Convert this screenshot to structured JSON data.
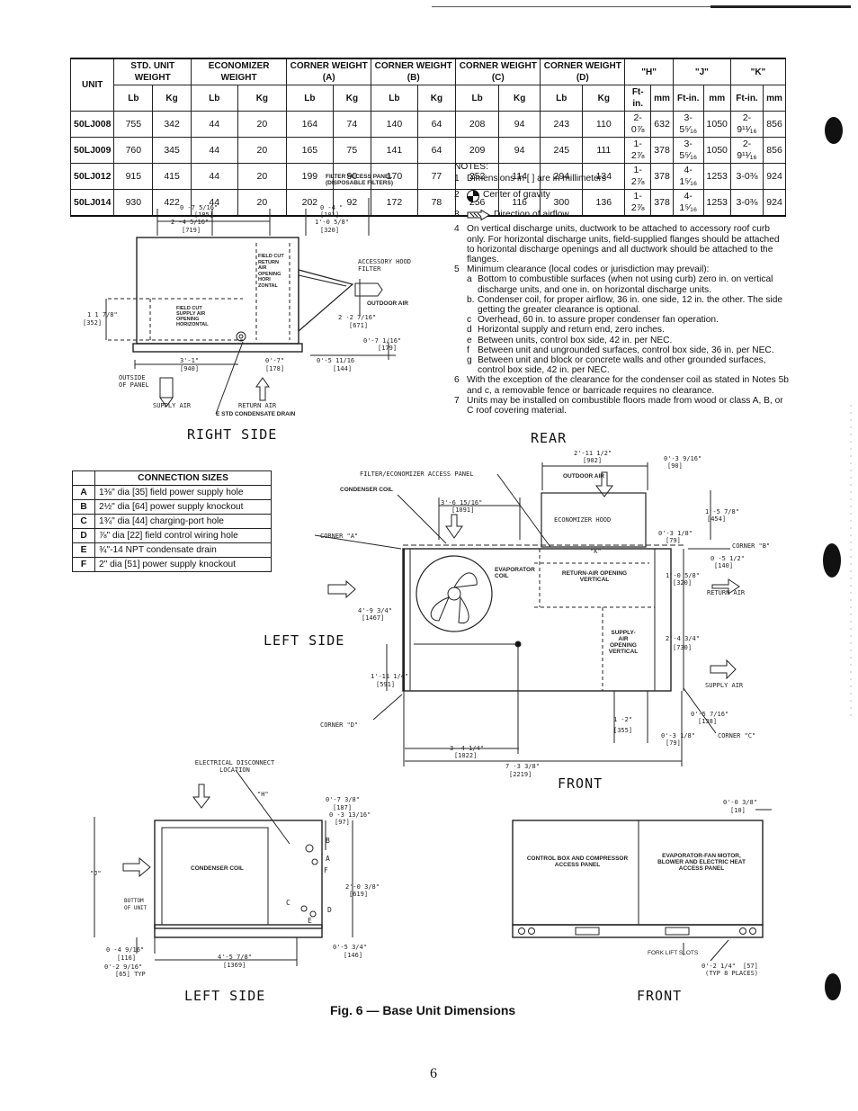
{
  "weights_table": {
    "headers": {
      "unit": "UNIT",
      "std_unit_weight": "STD. UNIT WEIGHT",
      "economizer_weight": "ECONOMIZER WEIGHT",
      "corner_a": "CORNER WEIGHT (A)",
      "corner_b": "CORNER WEIGHT (B)",
      "corner_c": "CORNER WEIGHT (C)",
      "corner_d": "CORNER WEIGHT (D)",
      "h": "\"H\"",
      "j": "\"J\"",
      "k": "\"K\""
    },
    "sub_headers": [
      "Lb",
      "Kg",
      "Lb",
      "Kg",
      "Lb",
      "Kg",
      "Lb",
      "Kg",
      "Lb",
      "Kg",
      "Lb",
      "Kg",
      "Ft-in.",
      "mm",
      "Ft-in.",
      "mm",
      "Ft-in.",
      "mm"
    ],
    "rows": [
      [
        "50LJ008",
        "755",
        "342",
        "44",
        "20",
        "164",
        "74",
        "140",
        "64",
        "208",
        "94",
        "243",
        "110",
        "2-0⅞",
        "632",
        "3-5⁵⁄₁₆",
        "1050",
        "2-9¹¹⁄₁₆",
        "856"
      ],
      [
        "50LJ009",
        "760",
        "345",
        "44",
        "20",
        "165",
        "75",
        "141",
        "64",
        "209",
        "94",
        "245",
        "111",
        "1-2⅞",
        "378",
        "3-5⁵⁄₁₆",
        "1050",
        "2-9¹¹⁄₁₆",
        "856"
      ],
      [
        "50LJ012",
        "915",
        "415",
        "44",
        "20",
        "199",
        "90",
        "170",
        "77",
        "252",
        "114",
        "294",
        "134",
        "1-2⅞",
        "378",
        "4-1⁵⁄₁₆",
        "1253",
        "3-0⅜",
        "924"
      ],
      [
        "50LJ014",
        "930",
        "422",
        "44",
        "20",
        "202",
        "92",
        "172",
        "78",
        "256",
        "116",
        "300",
        "136",
        "1-2⅞",
        "378",
        "4-1⁵⁄₁₆",
        "1253",
        "3-0⅜",
        "924"
      ]
    ]
  },
  "notes": {
    "title": "NOTES:",
    "n1": "Dimensions in [ ] are in millimeters",
    "n2": "Center of gravity",
    "n3": "Direction of airflow",
    "n4": "On vertical discharge units, ductwork to be attached to accessory roof curb only. For horizontal discharge units, field-supplied flanges should be attached to horizontal discharge openings and all ductwork should be attached to the flanges.",
    "n5": "Minimum clearance (local codes or jurisdiction may prevail):",
    "n5a": "Bottom to combustible surfaces (when not using curb) zero in. on vertical discharge units, and one in. on horizontal discharge units.",
    "n5b": "Condenser coil, for proper airflow, 36 in. one side, 12 in. the other. The side getting the greater clearance is optional.",
    "n5c": "Overhead, 60 in. to assure proper condenser fan operation.",
    "n5d": "Horizontal supply and return end, zero inches.",
    "n5e": "Between units, control box side, 42 in. per NEC.",
    "n5f": "Between unit and ungrounded surfaces, control box side, 36 in. per NEC.",
    "n5g": "Between unit and block or concrete walls and other grounded surfaces, control box side, 42 in. per NEC.",
    "n6": "With the exception of the clearance for the condenser coil as stated in Notes 5b and c, a removable fence or barricade requires no clearance.",
    "n7": "Units may be installed on combustible floors made from wood or class A, B, or C roof covering material."
  },
  "connection_sizes": {
    "title": "CONNECTION SIZES",
    "rows": [
      [
        "A",
        "1⅜\" dia [35] field power supply hole"
      ],
      [
        "B",
        "2½\" dia [64] power supply knockout"
      ],
      [
        "C",
        "1¾\" dia [44] charging-port hole"
      ],
      [
        "D",
        "⅞\" dia [22] field control wiring hole"
      ],
      [
        "E",
        "¾\"-14 NPT condensate drain"
      ],
      [
        "F",
        "2\" dia [51] power supply knockout"
      ]
    ]
  },
  "views": {
    "right_side": "RIGHT SIDE",
    "rear": "REAR",
    "left_side_top": "LEFT SIDE",
    "front_top": "FRONT",
    "left_side_bottom": "LEFT SIDE",
    "front_bottom": "FRONT"
  },
  "labels": {
    "filter_access_panel": "FILTER ACCESS PANEL (DISPOSABLE FILTERS)",
    "accessory_hood_filter": "ACCESSORY HOOD FILTER",
    "outdoor_air": "OUTDOOR AIR",
    "field_cut_return": "FIELD CUT RETURN AIR OPENING HORI ZONTAL",
    "field_cut_supply": "FIELD CUT SUPPLY AIR OPENING HORIZONTAL",
    "outside_of_panel": "OUTSIDE OF PANEL",
    "supply_air": "SUPPLY AIR",
    "return_air": "RETURN AIR",
    "std_condensate_drain": "E STD CONDENSATE DRAIN",
    "filter_economizer_panel": "FILTER/ECONOMIZER ACCESS PANEL",
    "condenser_coil": "CONDENSER COIL",
    "economizer_hood": "ECONOMIZER HOOD",
    "evaporator_coil": "EVAPORATOR COIL",
    "return_air_opening_vertical": "RETURN-AIR OPENING VERTICAL",
    "supply_air_opening_vertical": "SUPPLY-AIR OPENING VERTICAL",
    "corner_a": "CORNER \"A\"",
    "corner_b": "CORNER \"B\"",
    "corner_c": "CORNER \"C\"",
    "corner_d": "CORNER \"D\"",
    "k": "\"K\"",
    "h": "\"H\"",
    "j": "\"J\"",
    "electrical_disconnect": "ELECTRICAL DISCONNECT LOCATION",
    "bottom_of_unit": "BOTTOM OF UNIT",
    "control_box_panel": "CONTROL BOX AND COMPRESSOR ACCESS PANEL",
    "evap_fan_panel": "EVAPORATOR-FAN MOTOR, BLOWER AND ELECTRIC HEAT ACCESS PANEL",
    "fork_lift_slots": "FORK LIFT SLOTS",
    "typ_8_places": "(TYP 8 PLACES)"
  },
  "dimensions": {
    "rs1": "0 -7 5/16\"",
    "rs1m": "[185]",
    "rs2": "2 -4 5/16\"",
    "rs2m": "[719]",
    "rs3": "0 -4 \"",
    "rs3m": "[101]",
    "rs4": "1'-0 5/8\"",
    "rs4m": "[320]",
    "rs5": "1 1 7/8\"",
    "rs5m": "[352]",
    "rs6": "2 -2 7/16\"",
    "rs6m": "[671]",
    "rs7": "0'-7 1/16\"",
    "rs7m": "[179]",
    "rs8": "3'-1\"",
    "rs8m": "[940]",
    "rs9": "0'-7\"",
    "rs9m": "[178]",
    "rs10": "0'-5 11/16",
    "rs10m": "[144]",
    "r1": "2'-11 1/2\"",
    "r1m": "[902]",
    "r2": "0'-3 9/16\"",
    "r2m": "[90]",
    "t1": "3'-6 15/16\"",
    "t1m": "[1091]",
    "t2": "1'-5 7/8\"",
    "t2m": "[454]",
    "t3": "0'-3 1/8\"",
    "t3m": "[79]",
    "t4": "0 -5 1/2\"",
    "t4m": "[140]",
    "t5": "1'-0 5/8\"",
    "t5m": "[320]",
    "t6": "4'-9 3/4\"",
    "t6m": "[1467]",
    "t7": "2'-4 3/4\"",
    "t7m": "[730]",
    "t8": "1'-11 1/4\"",
    "t8m": "[591]",
    "t9": "0'-5 7/16\"",
    "t9m": "[138]",
    "t10": "1 -2\"",
    "t10m": "[355]",
    "t11": "0'-3 1/8\"",
    "t11m": "[79]",
    "t12": "3 -4 1/4\"",
    "t12m": "[1022]",
    "t13": "7 -3 3/8\"",
    "t13m": "[2219]",
    "b1": "0'-7 3/8\"",
    "b1m": "[187]",
    "b2": "0 -3 13/16\"",
    "b2m": "[97]",
    "b3": "2'-0 3/8\"",
    "b3m": "[619]",
    "b4": "0 -4 9/16\"",
    "b4m": "[116]",
    "b5": "0'-2 9/16\"",
    "b5m": "[65] TYP",
    "b6": "4'-5 7/8\"",
    "b6m": "[1369]",
    "b7": "0'-5 3/4\"",
    "b7m": "[146]",
    "b8": "0'-0 3/8\"",
    "b8m": "[10]",
    "b9": "0'-2 1/4\"",
    "b9m": "[57]"
  },
  "connection_letters": [
    "A",
    "B",
    "C",
    "D",
    "E",
    "F"
  ],
  "caption": "Fig. 6 — Base Unit Dimensions",
  "page_number": "6"
}
